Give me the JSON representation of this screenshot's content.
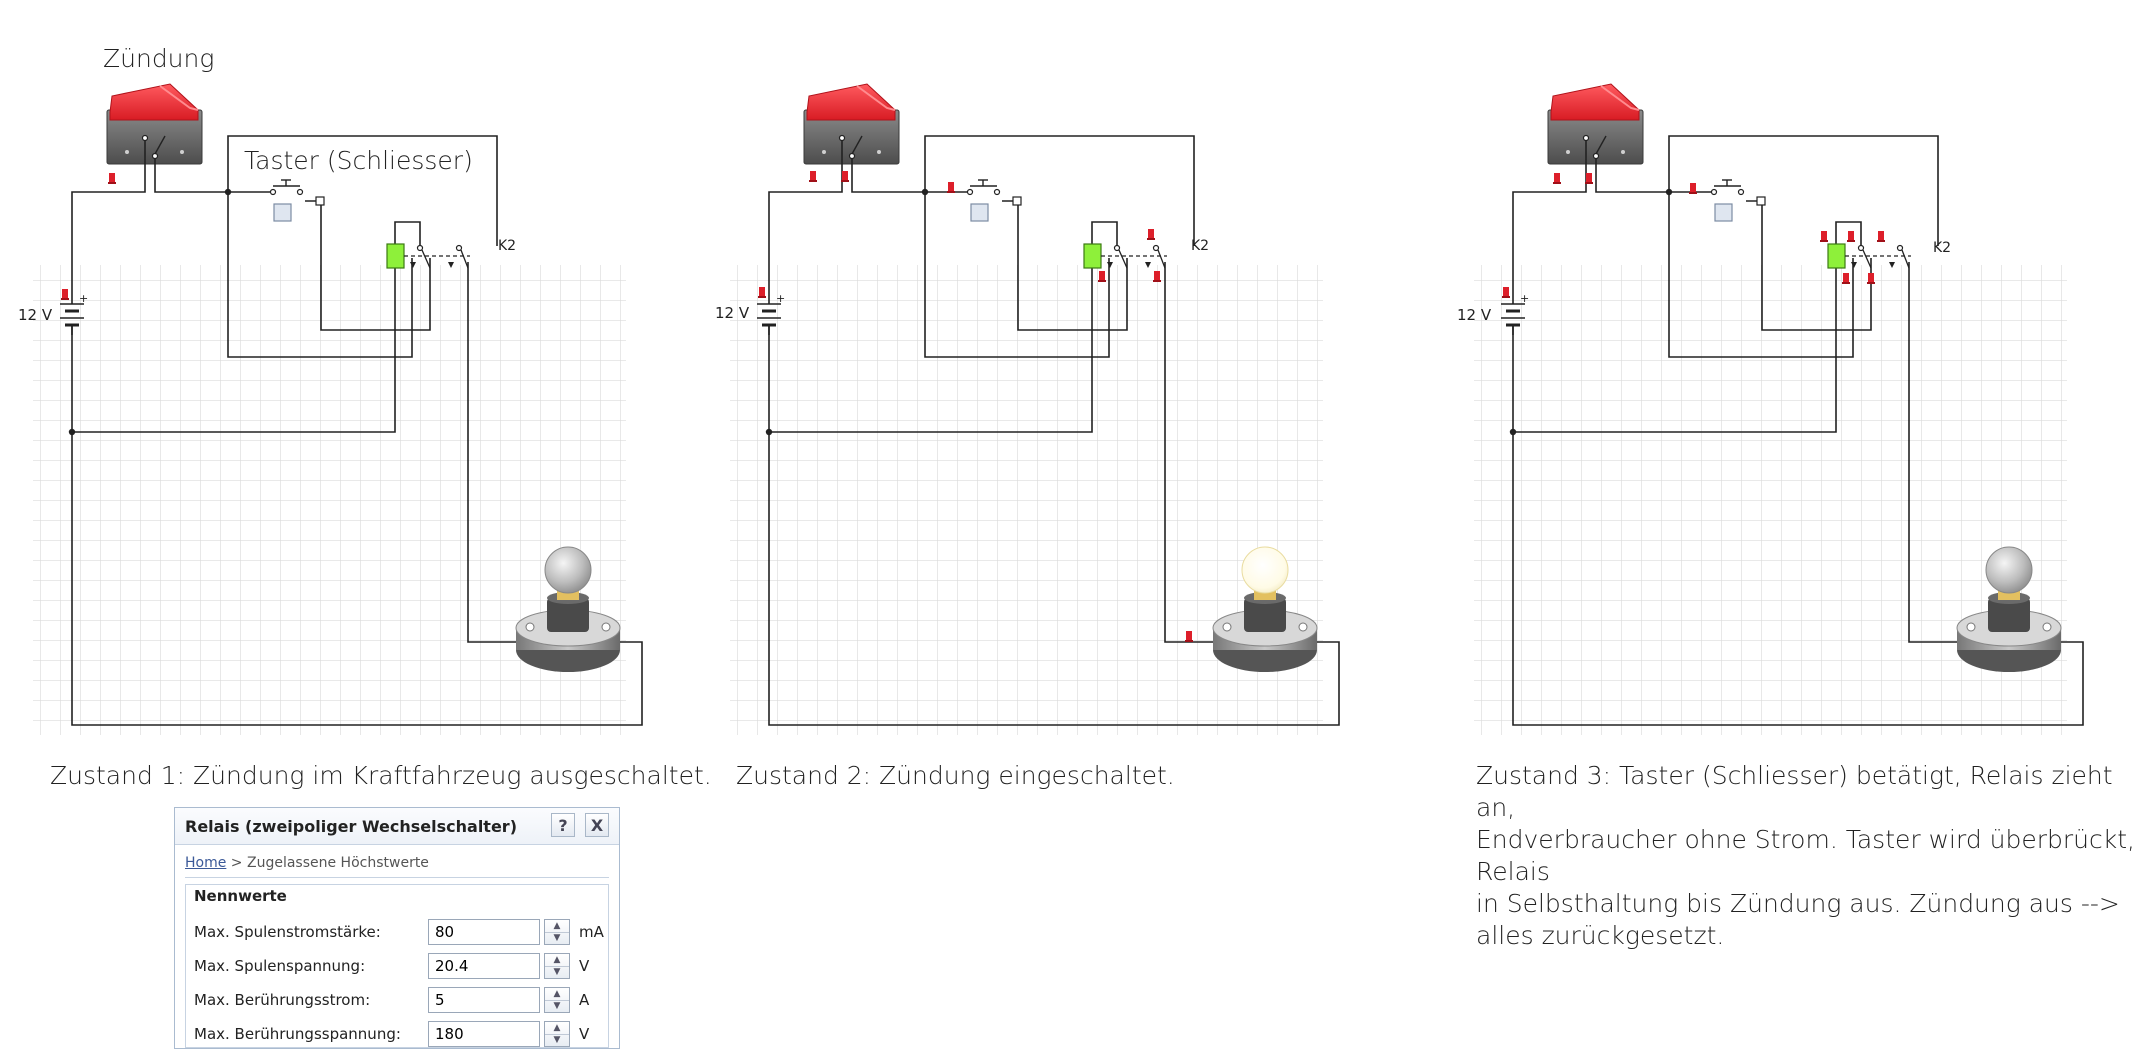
{
  "panels": [
    {
      "id": "zustand-1",
      "ignition_label": "Zündung",
      "button_label": "Taster (Schliesser)",
      "battery_label": "12 V",
      "relay_label": "K2",
      "lamp_on": false,
      "caption": [
        "Zustand 1: Zündung im Kraftfahrzeug ausgeschaltet."
      ]
    },
    {
      "id": "zustand-2",
      "ignition_label": "",
      "button_label": "",
      "battery_label": "12 V",
      "relay_label": "K2",
      "lamp_on": true,
      "caption": [
        "Zustand 2: Zündung eingeschaltet."
      ]
    },
    {
      "id": "zustand-3",
      "ignition_label": "",
      "button_label": "",
      "battery_label": "12 V",
      "relay_label": "K2",
      "lamp_on": false,
      "caption": [
        "Zustand 3: Taster (Schliesser) betätigt, Relais zieht an,",
        "Endverbraucher ohne Strom. Taster wird überbrückt, Relais",
        "in Selbsthaltung bis Zündung aus. Zündung aus -->",
        "alles zurückgesetzt."
      ]
    }
  ],
  "dialog": {
    "title": "Relais (zweipoliger Wechselschalter)",
    "help": "?",
    "close": "X",
    "breadcrumb_home": "Home",
    "breadcrumb_sep": " > ",
    "breadcrumb_current": "Zugelassene Höchstwerte",
    "group_title": "Nennwerte",
    "rows": [
      {
        "label": "Max. Spulenstromstärke:",
        "value": "80",
        "unit": "mA"
      },
      {
        "label": "Max. Spulenspannung:",
        "value": "20.4",
        "unit": "V"
      },
      {
        "label": "Max. Berührungsstrom:",
        "value": "5",
        "unit": "A"
      },
      {
        "label": "Max. Berührungsspannung:",
        "value": "180",
        "unit": "V"
      }
    ]
  },
  "colors": {
    "switch_red": "#e8222b",
    "switch_body": "#6a6a6a",
    "relay_coil": "#8ef03a",
    "grid_line": "#dddddd",
    "wire": "#222222",
    "probe_red": "#dd1f2a",
    "lamp_glow": "#fffbe6"
  }
}
